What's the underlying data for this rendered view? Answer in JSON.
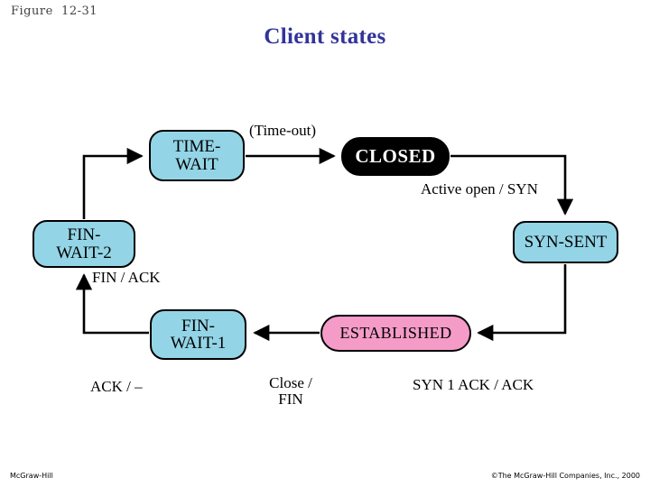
{
  "header": {
    "figure_label": "Figure  12-31",
    "title": "Client states",
    "title_color": "#33339a"
  },
  "colors": {
    "state_blue": "#93D5E7",
    "state_black": "#000000",
    "state_pink": "#F49BC8",
    "stroke": "#000000",
    "background": "#ffffff"
  },
  "diagram": {
    "type": "state-machine",
    "nodes": [
      {
        "id": "time-wait",
        "label": "TIME-\nWAIT",
        "fill": "#93D5E7"
      },
      {
        "id": "closed",
        "label": "CLOSED",
        "fill": "#000000"
      },
      {
        "id": "syn-sent",
        "label": "SYN-SENT",
        "fill": "#93D5E7"
      },
      {
        "id": "established",
        "label": "ESTABLISHED",
        "fill": "#F49BC8"
      },
      {
        "id": "fin-wait-1",
        "label": "FIN-\nWAIT-1",
        "fill": "#93D5E7"
      },
      {
        "id": "fin-wait-2",
        "label": "FIN-\nWAIT-2",
        "fill": "#93D5E7"
      }
    ],
    "transitions": [
      {
        "id": "timeout",
        "from": "time-wait",
        "to": "closed",
        "label": "(Time-out)"
      },
      {
        "id": "active-open",
        "from": "closed",
        "to": "syn-sent",
        "label": "Active open / SYN"
      },
      {
        "id": "syn-ack",
        "from": "syn-sent",
        "to": "established",
        "label": "SYN 1 ACK / ACK"
      },
      {
        "id": "close-fin",
        "from": "established",
        "to": "fin-wait-1",
        "label": "Close /\nFIN"
      },
      {
        "id": "ack-dash",
        "from": "fin-wait-1",
        "to": "fin-wait-2",
        "label": "ACK / –"
      },
      {
        "id": "fin-ack",
        "from": "fin-wait-2",
        "to": "time-wait",
        "label": "FIN / ACK"
      }
    ]
  },
  "footer": {
    "left": "McGraw-Hill",
    "right": "©The McGraw-Hill Companies, Inc., 2000"
  }
}
